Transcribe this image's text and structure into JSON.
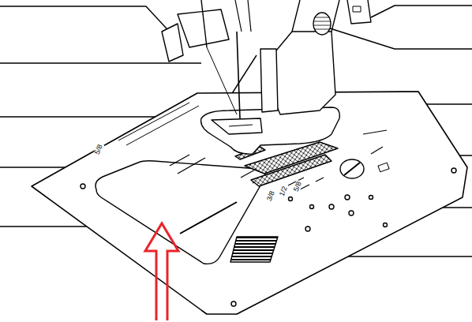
{
  "diagram": {
    "labels": [
      "5/8",
      "3/8",
      "1/2",
      "5/8"
    ]
  }
}
